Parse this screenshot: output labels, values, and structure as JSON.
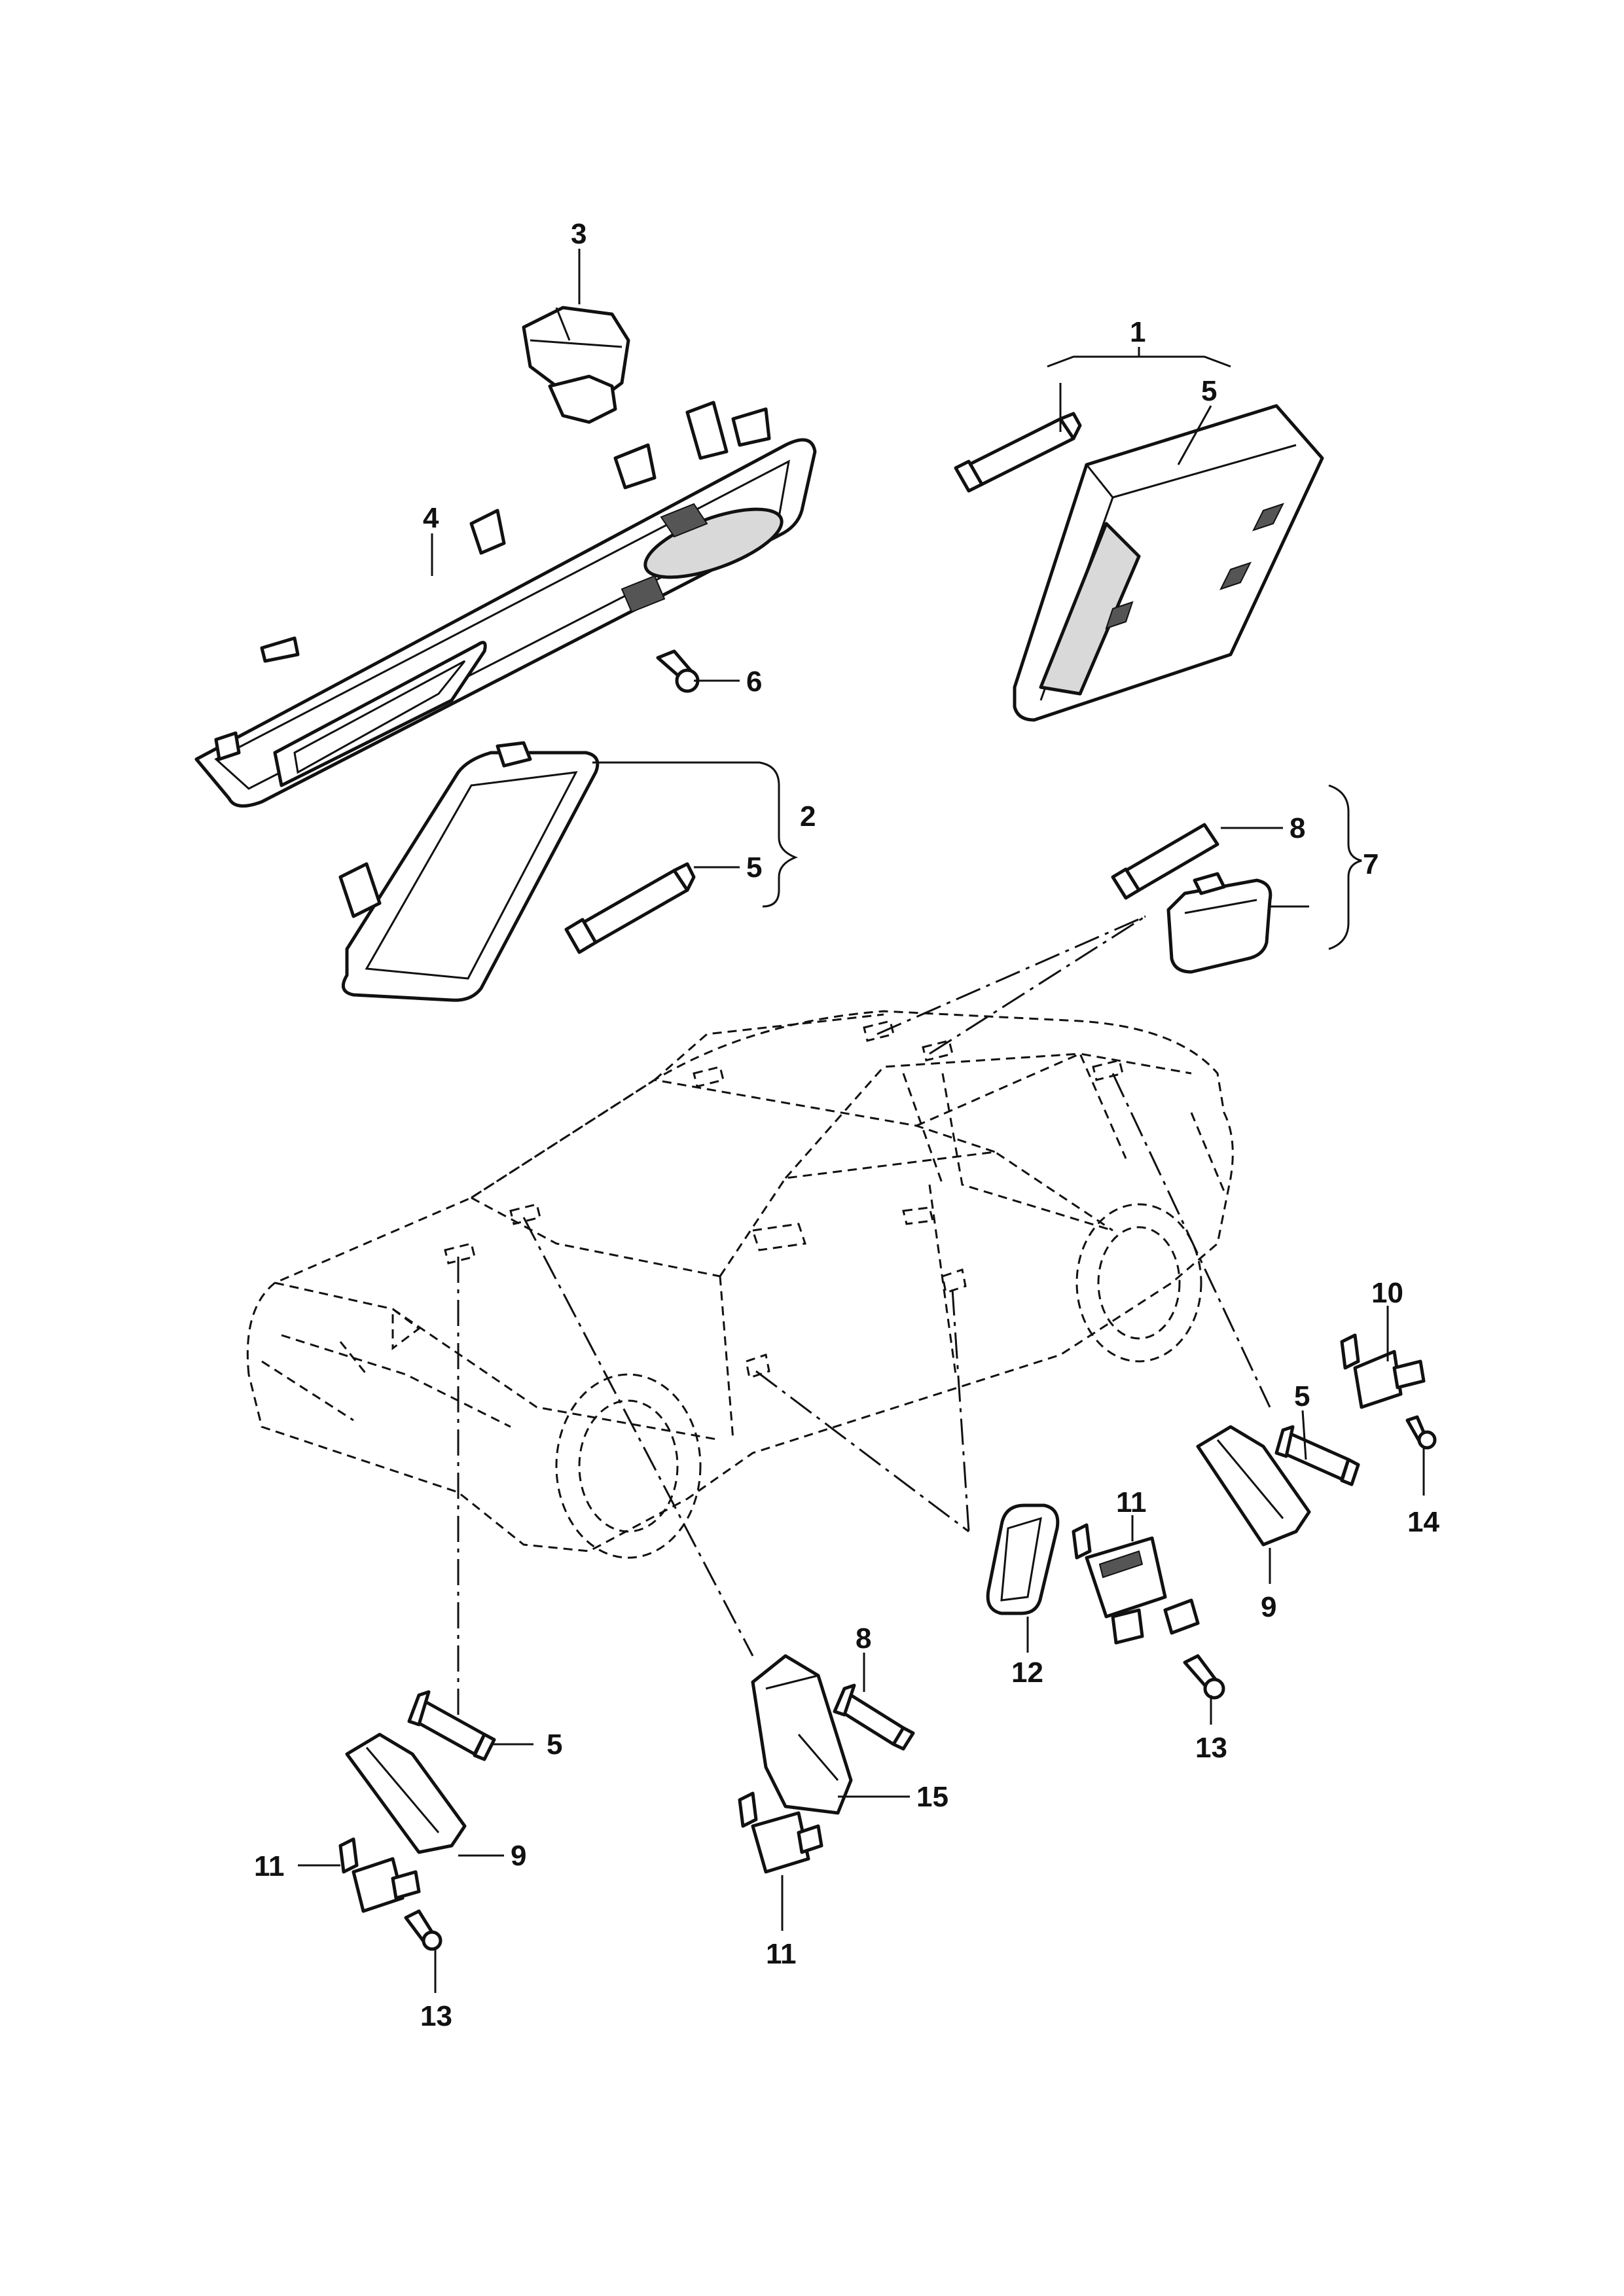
{
  "callouts": {
    "c1": "1",
    "c2": "2",
    "c3": "3",
    "c4": "4",
    "c5_top": "5",
    "c5_lamp2": "5",
    "c5_right": "5",
    "c5_left": "5",
    "c6": "6",
    "c7": "7",
    "c8_top": "8",
    "c8_center": "8",
    "c9_right": "9",
    "c9_left": "9",
    "c10": "10",
    "c11_right": "11",
    "c11_left": "11",
    "c11_center": "11",
    "c12": "12",
    "c13_right": "13",
    "c13_left": "13",
    "c14": "14",
    "c15": "15"
  }
}
